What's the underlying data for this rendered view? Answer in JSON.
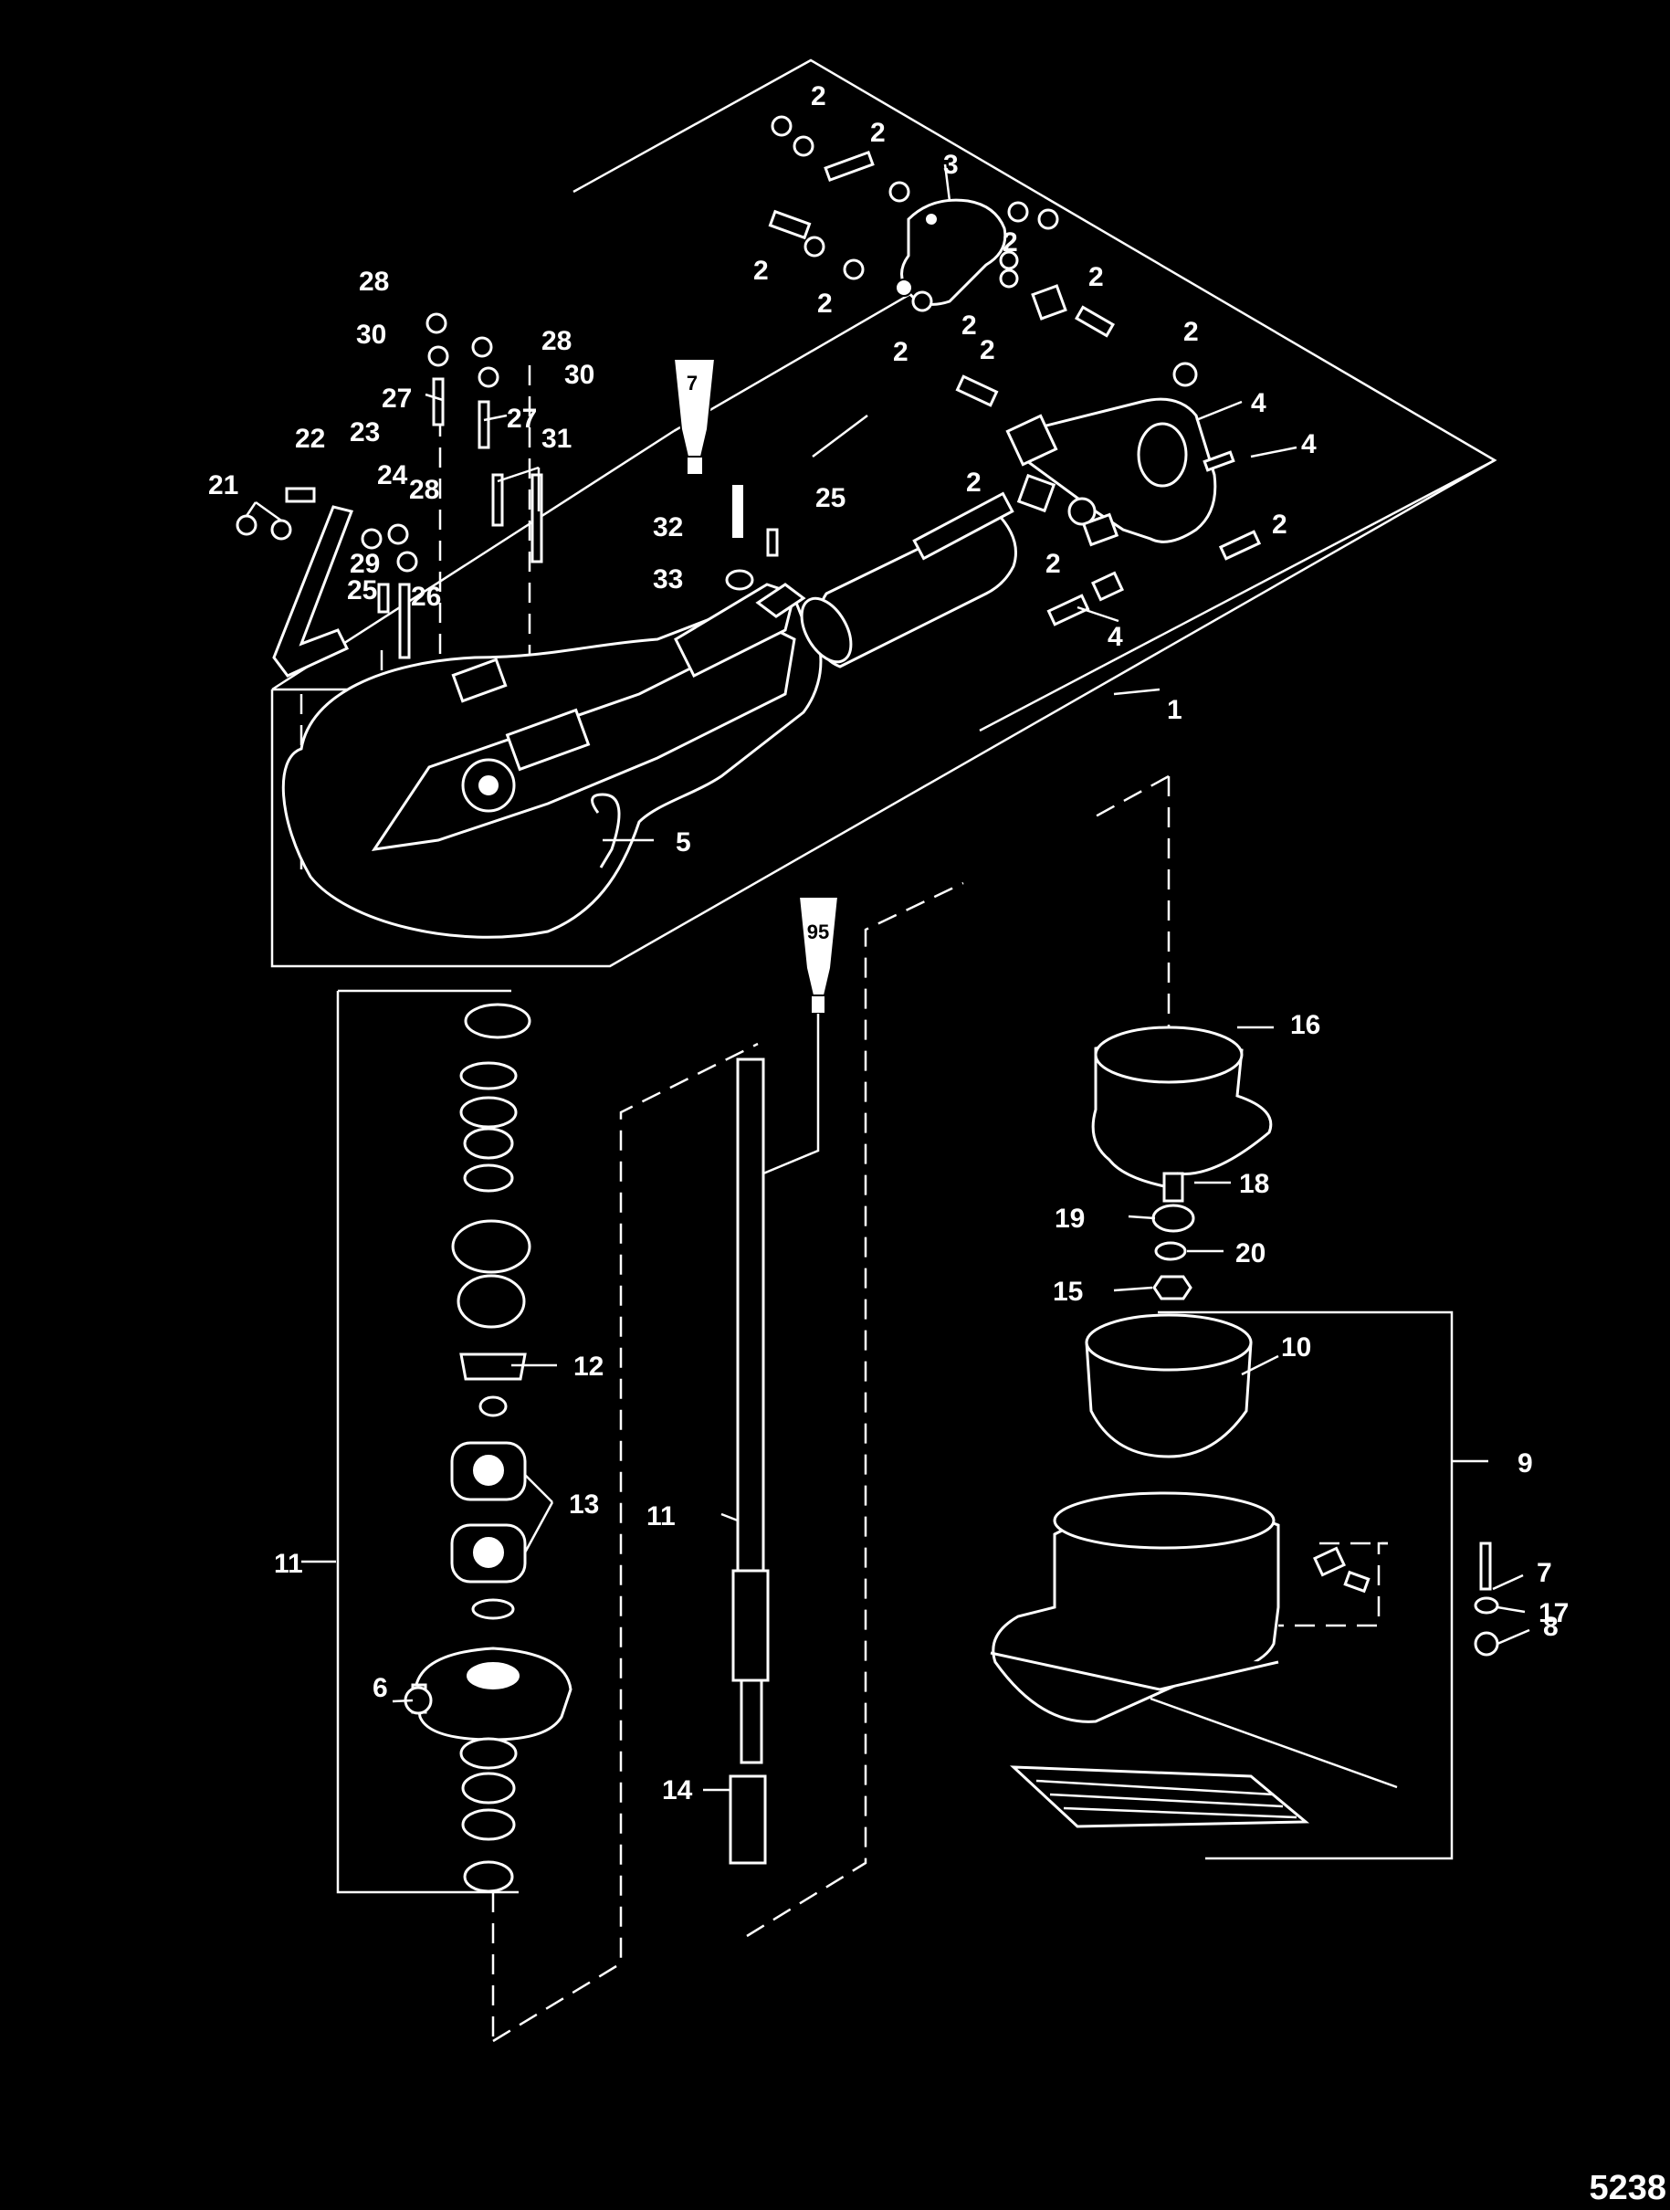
{
  "figure_number": "5238",
  "tube_labels": [
    "7",
    "95"
  ],
  "callouts": [
    "1",
    "2",
    "3",
    "4",
    "5",
    "6",
    "7",
    "8",
    "9",
    "10",
    "11",
    "12",
    "13",
    "14",
    "15",
    "16",
    "17",
    "18",
    "19",
    "20",
    "21",
    "22",
    "23",
    "24",
    "25",
    "26",
    "27",
    "28",
    "29",
    "30",
    "31",
    "32",
    "33"
  ]
}
